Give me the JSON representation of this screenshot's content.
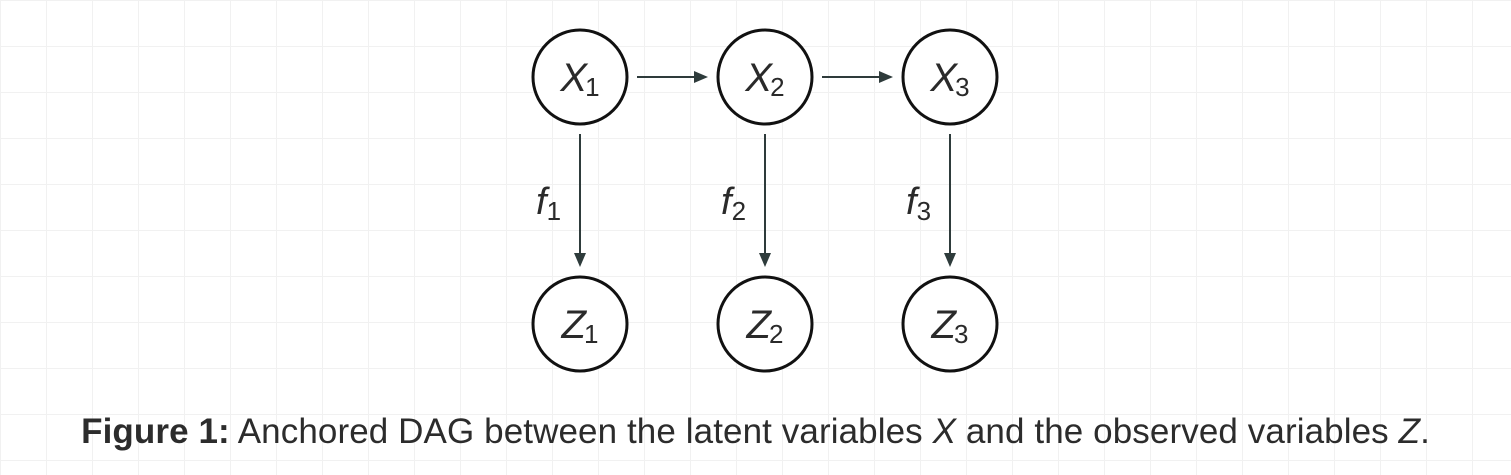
{
  "diagram": {
    "colors": {
      "node_stroke": "#111111",
      "edge": "#2e3b3b",
      "text": "#2a2a2a",
      "grid": "#f1f1f1"
    },
    "nodes": [
      {
        "id": "X1",
        "base": "X",
        "sub": "1",
        "kind": "latent"
      },
      {
        "id": "X2",
        "base": "X",
        "sub": "2",
        "kind": "latent"
      },
      {
        "id": "X3",
        "base": "X",
        "sub": "3",
        "kind": "latent"
      },
      {
        "id": "Z1",
        "base": "Z",
        "sub": "1",
        "kind": "observed"
      },
      {
        "id": "Z2",
        "base": "Z",
        "sub": "2",
        "kind": "observed"
      },
      {
        "id": "Z3",
        "base": "Z",
        "sub": "3",
        "kind": "observed"
      }
    ],
    "edges": [
      {
        "from": "X1",
        "to": "X2",
        "label": null
      },
      {
        "from": "X2",
        "to": "X3",
        "label": null
      },
      {
        "from": "X1",
        "to": "Z1",
        "label": {
          "base": "f",
          "sub": "1"
        }
      },
      {
        "from": "X2",
        "to": "Z2",
        "label": {
          "base": "f",
          "sub": "2"
        }
      },
      {
        "from": "X3",
        "to": "Z3",
        "label": {
          "base": "f",
          "sub": "3"
        }
      }
    ]
  },
  "caption": {
    "label": "Figure 1:",
    "text_1": " Anchored DAG between the latent variables ",
    "var_1": "X",
    "text_2": " and the observed variables ",
    "var_2": "Z",
    "text_3": "."
  }
}
